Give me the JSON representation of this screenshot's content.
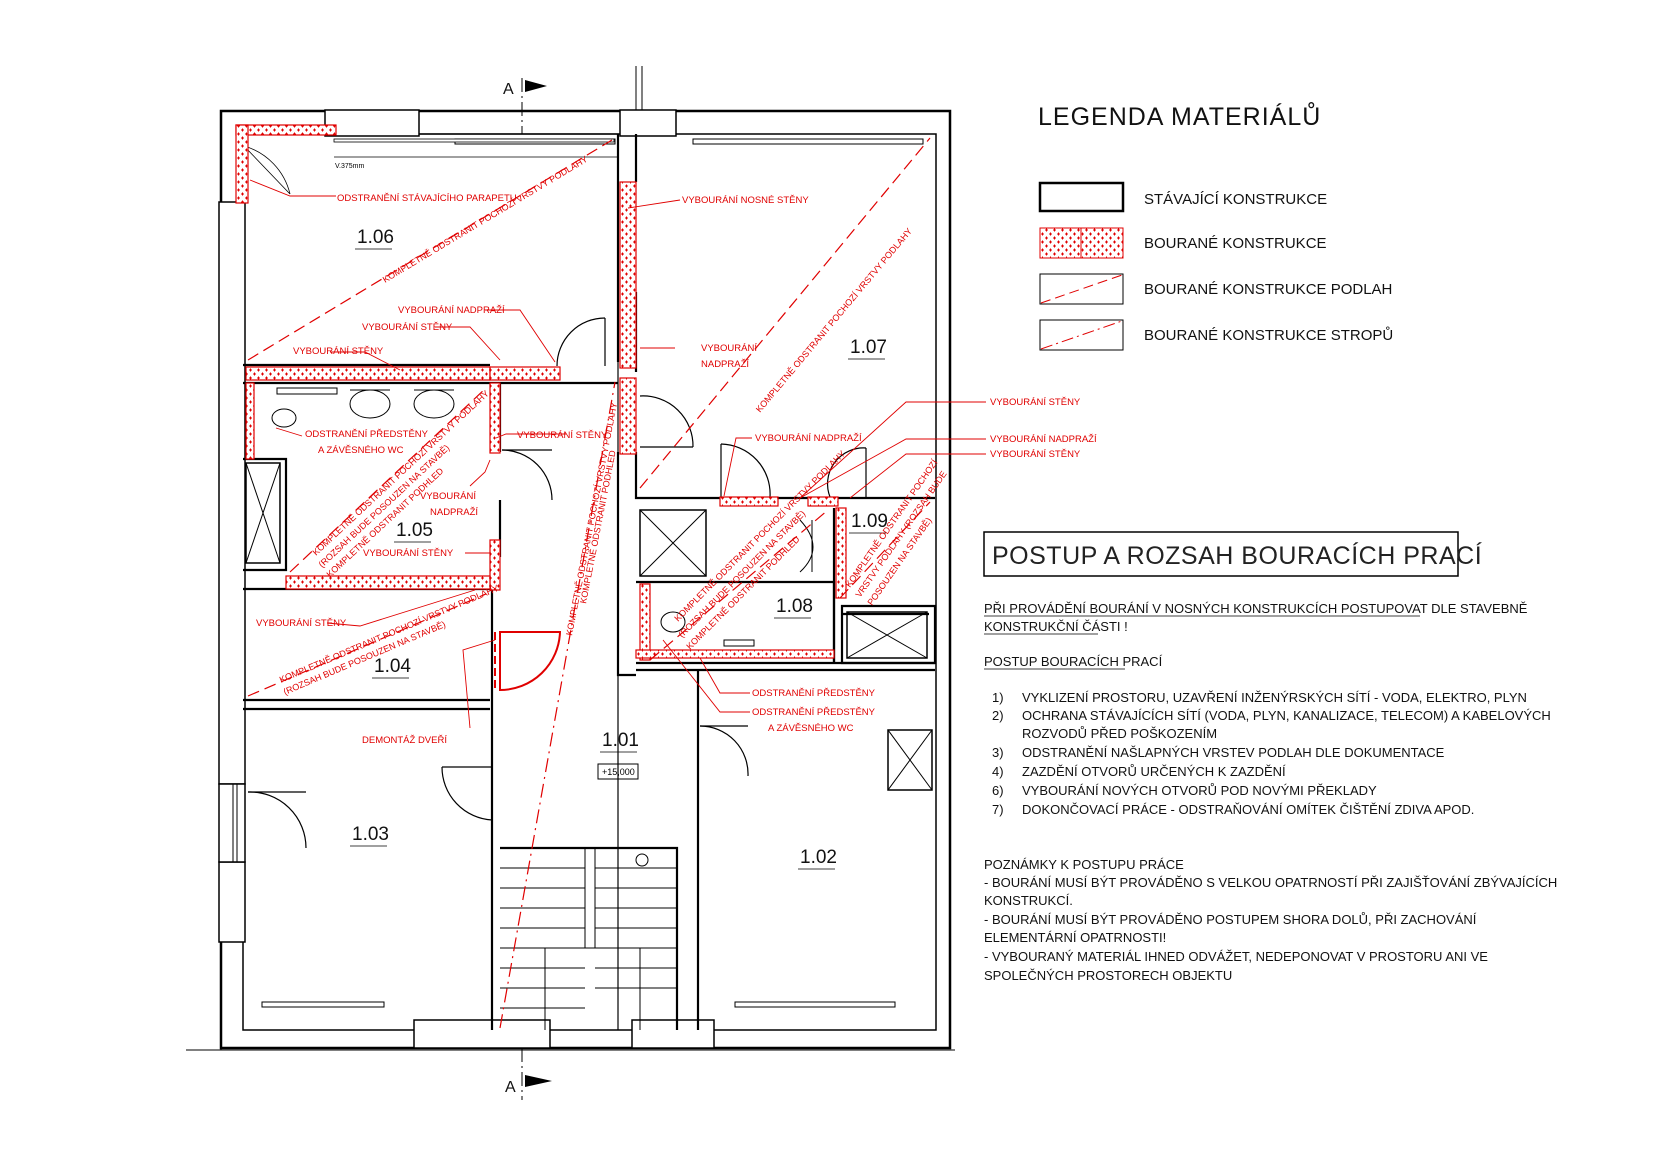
{
  "colors": {
    "line": "#000000",
    "demolition": "#e00000"
  },
  "section_marks": {
    "top": "A",
    "bottom": "A"
  },
  "window_height_label": "V.375mm",
  "level_mark": "+15,000",
  "rooms": {
    "r101": "1.01",
    "r102": "1.02",
    "r103": "1.03",
    "r104": "1.04",
    "r105": "1.05",
    "r106": "1.06",
    "r107": "1.07",
    "r108": "1.08",
    "r109": "1.09"
  },
  "annotations": {
    "a1": "ODSTRANĚNÍ STÁVAJÍCÍHO PARAPETU",
    "a2": "VYBOURÁNÍ NOSNÉ STĚNY",
    "a3": "VYBOURÁNÍ NADPRAŽÍ",
    "a4": "VYBOURÁNÍ STĚNY",
    "a5": "VYBOURÁNÍ STĚNY",
    "a6": "VYBOURÁNÍ",
    "a6b": "NADPRAŽÍ",
    "a7": "ODSTRANĚNÍ PŘEDSTĚNY",
    "a7b": "A ZÁVĚSNÉHO WC",
    "a8": "VYBOURÁNÍ STĚNY",
    "a9": "VYBOURÁNÍ",
    "a9b": "NADPRAŽÍ",
    "a10": "VYBOURÁNÍ STĚNY",
    "a11": "VYBOURÁNÍ STĚNY",
    "a12": "DEMONTÁŽ DVEŘÍ",
    "a13": "VYBOURÁNÍ NADPRAŽÍ",
    "a14": "VYBOURÁNÍ STĚNY",
    "a15": "VYBOURÁNÍ NADPRAŽÍ",
    "a16": "VYBOURÁNÍ STĚNY",
    "a17": "ODSTRANĚNÍ PŘEDSTĚNY",
    "a18": "ODSTRANĚNÍ PŘEDSTĚNY",
    "a18b": "A ZÁVĚSNÉHO WC"
  },
  "diagonal_notes": {
    "d106": "KOMPLETNĚ ODSTRANIT POCHOZÍ VRSTVY PODLAHY",
    "d107": "KOMPLETNĚ ODSTRANIT POCHOZÍ VRSTVY PODLAHY",
    "d105a": "KOMPLETNĚ ODSTRANIT POCHOZÍ VRSTVY PODLAHY",
    "d105b": "(ROZSAH BUDE POSOUZEN NA STAVBĚ)",
    "d105c": "KOMPLETNĚ ODSTRANIT PODHLED",
    "d101a": "KOMPLETNĚ ODSTRANIT POCHOZÍ VRSTVY PODLAHY",
    "d101b": "KOMPLETNĚ ODSTRANIT PODHLED",
    "d104a": "KOMPLETNĚ ODSTRANIT POCHOZÍ VRSTVY PODLAHY",
    "d104b": "(ROZSAH BUDE POSOUZEN NA STAVBĚ)",
    "d108a": "KOMPLETNĚ ODSTRANIT POCHOZÍ VRSTVY PODLAHY",
    "d108b": "(ROZSAH BUDE POSOUZEN NA STAVBĚ)",
    "d108c": "KOMPLETNĚ ODSTRANIT PODHLED",
    "d109a": "KOMPLETNĚ ODSTRANIT POCHOZÍ",
    "d109b": "VRSTVY PODLAHY (ROZSAH BUDE",
    "d109c": "POSOUZEN NA STAVBĚ)"
  },
  "legend": {
    "title": "LEGENDA MATERIÁLŮ",
    "items": [
      "STÁVAJÍCÍ KONSTRUKCE",
      "BOURANÉ KONSTRUKCE",
      "BOURANÉ KONSTRUKCE PODLAH",
      "BOURANÉ KONSTRUKCE STROPŮ"
    ]
  },
  "procedure": {
    "title": "POSTUP A ROZSAH BOURACÍCH PRACÍ",
    "intro_line1": "PŘI PROVÁDĚNÍ BOURÁNÍ V NOSNÝCH KONSTRUKCÍCH POSTUPOVAT DLE STAVEBNĚ",
    "intro_line2": "KONSTRUKČNÍ ČÁSTI !",
    "heading": "POSTUP BOURACÍCH PRACÍ",
    "steps": [
      {
        "num": "1)",
        "text": "VYKLIZENÍ PROSTORU, UZAVŘENÍ INŽENÝRSKÝCH SÍTÍ - VODA, ELEKTRO, PLYN"
      },
      {
        "num": "2)",
        "text": "OCHRANA STÁVAJÍCÍCH SÍTÍ (VODA, PLYN, KANALIZACE, TELECOM) A KABELOVÝCH"
      },
      {
        "num": "",
        "text": "ROZVODŮ PŘED POŠKOZENÍM"
      },
      {
        "num": "3)",
        "text": "ODSTRANĚNÍ NAŠLAPNÝCH VRSTEV PODLAH DLE DOKUMENTACE"
      },
      {
        "num": "4)",
        "text": "ZAZDĚNÍ OTVORŮ URČENÝCH K ZAZDĚNÍ"
      },
      {
        "num": "6)",
        "text": "VYBOURÁNÍ NOVÝCH OTVORŮ POD NOVÝMI PŘEKLADY"
      },
      {
        "num": "7)",
        "text": "DOKONČOVACÍ PRÁCE - ODSTRAŇOVÁNÍ OMÍTEK ČIŠTĚNÍ ZDIVA APOD."
      }
    ],
    "notes": [
      "POZNÁMKY K POSTUPU PRÁCE",
      "- BOURÁNÍ MUSÍ BÝT PROVÁDĚNO S VELKOU OPATRNOSTÍ PŘI ZAJIŠŤOVÁNÍ ZBÝVAJÍCÍCH",
      "KONSTRUKCÍ.",
      "- BOURÁNÍ MUSÍ BÝT PROVÁDĚNO POSTUPEM SHORA DOLŮ, PŘI ZACHOVÁNÍ",
      "ELEMENTÁRNÍ OPATRNOSTI!",
      "- VYBOURANÝ MATERIÁL IHNED ODVÁŽET, NEDEPONOVAT V PROSTORU ANI VE",
      "SPOLEČNÝCH PROSTORECH OBJEKTU"
    ]
  }
}
